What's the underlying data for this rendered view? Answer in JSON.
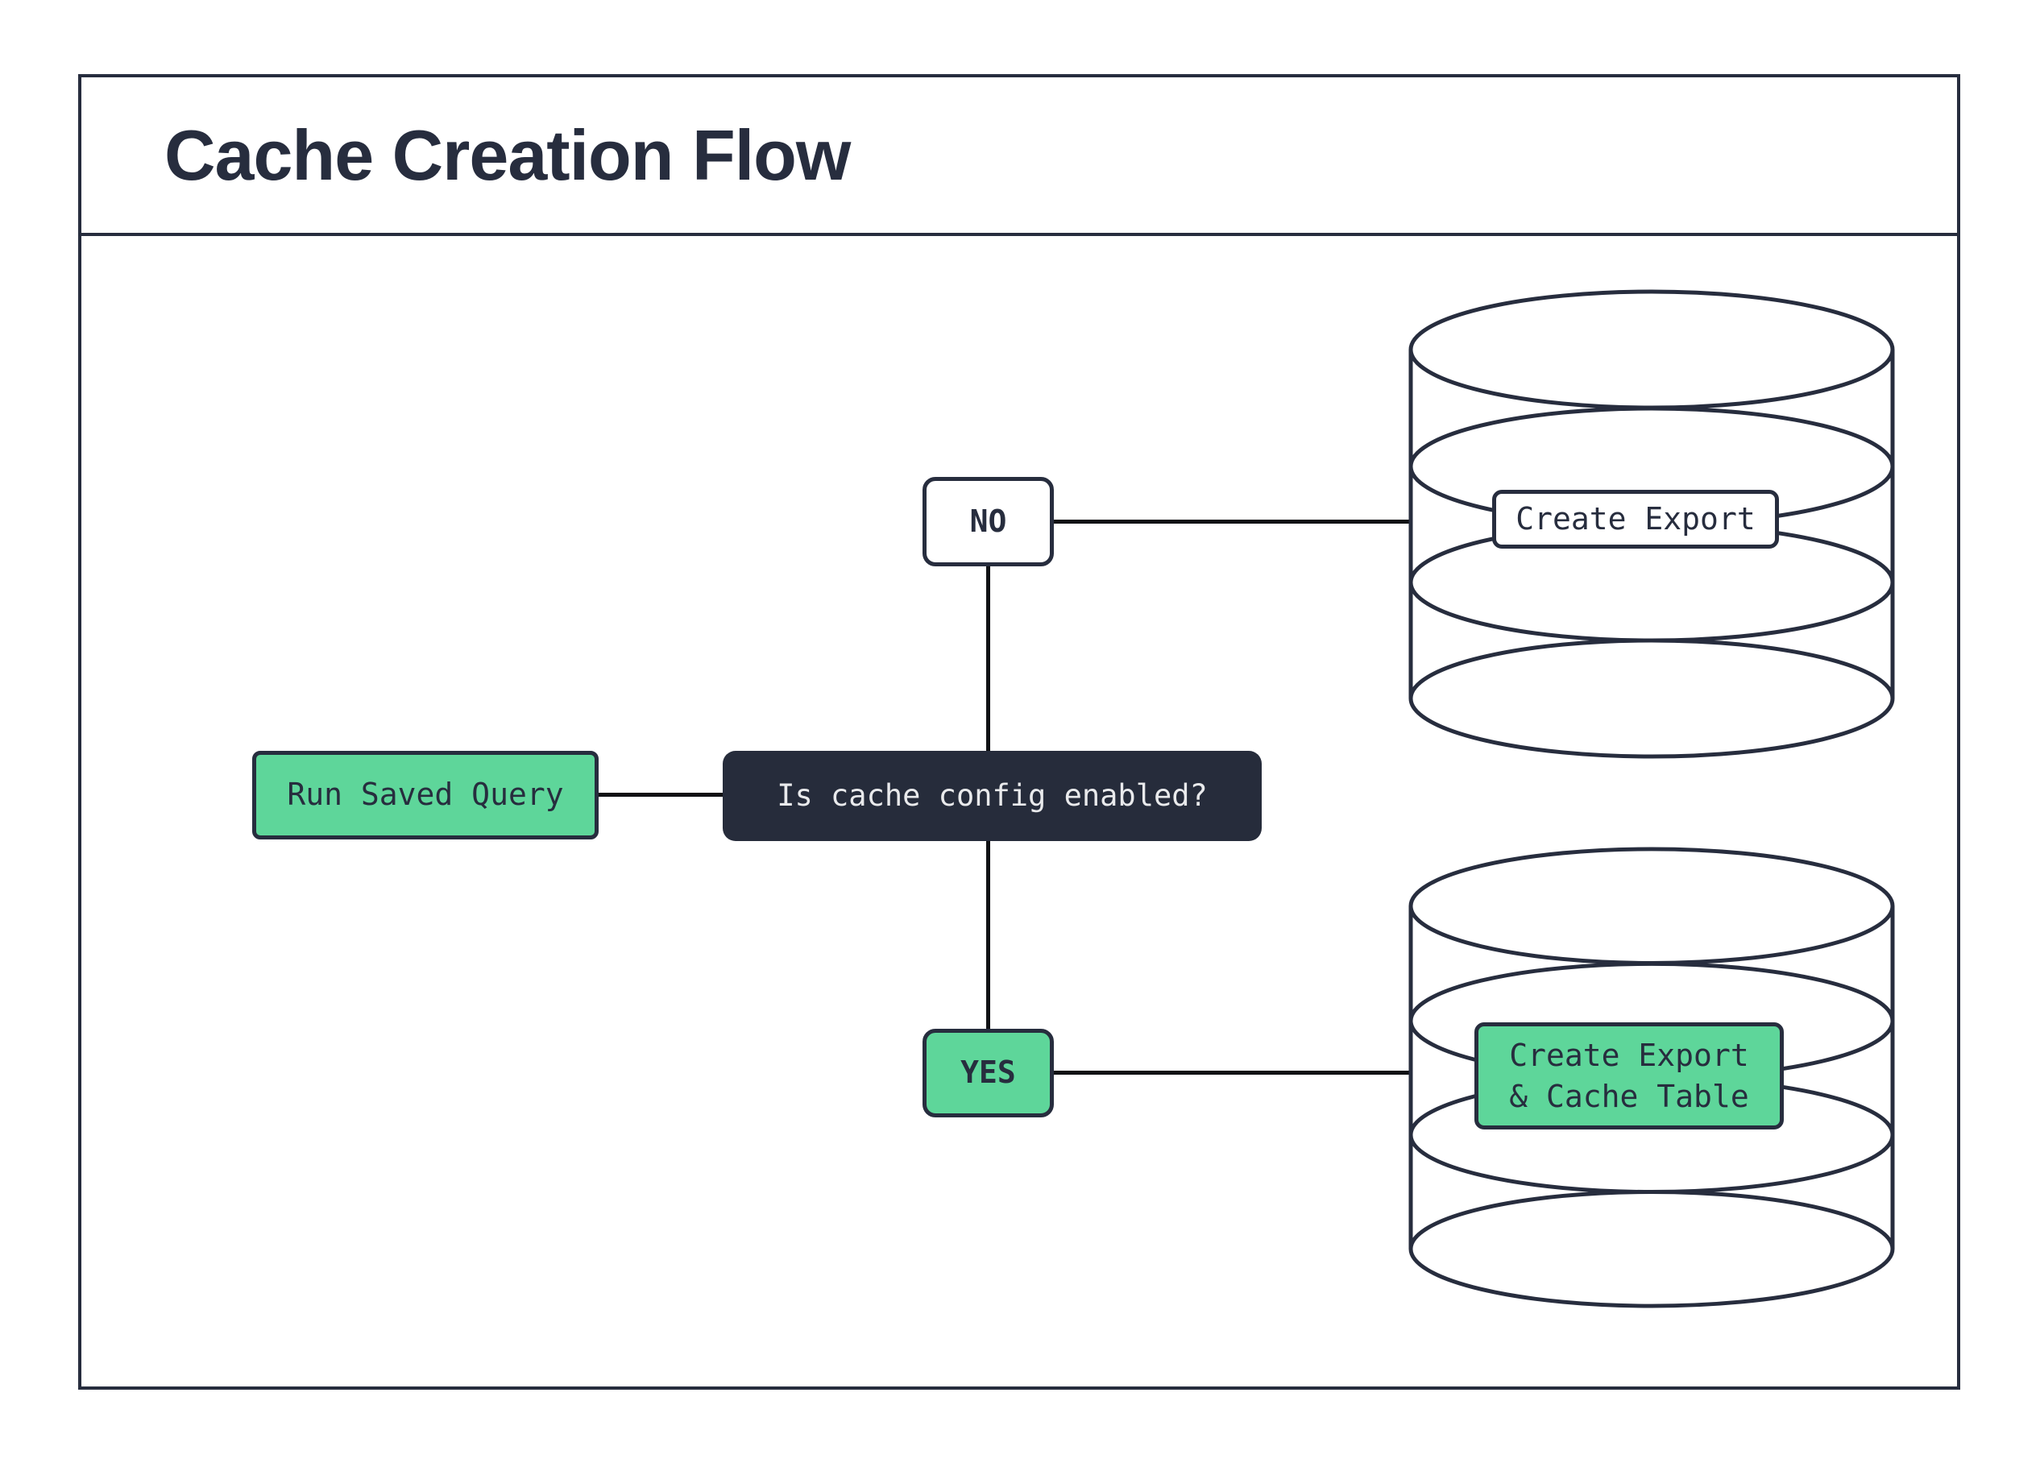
{
  "title": "Cache Creation Flow",
  "flow": {
    "start": {
      "label": "Run Saved Query"
    },
    "decision": {
      "label": "Is cache config enabled?"
    },
    "branch_no": {
      "label": "NO"
    },
    "branch_yes": {
      "label": "YES"
    },
    "no_outcome": {
      "label": "Create Export"
    },
    "yes_outcome": {
      "label_line1": "Create Export",
      "label_line2": "& Cache Table"
    }
  },
  "icons": {
    "no_outcome_icon": "database-cylinder",
    "yes_outcome_icon": "database-cylinder"
  },
  "colors": {
    "ink": "#272D3E",
    "accent_green": "#5ED69A",
    "decision_fill": "#262C3B",
    "decision_text": "#E9EAEC",
    "connector": "#101114",
    "background": "#FFFFFF"
  }
}
